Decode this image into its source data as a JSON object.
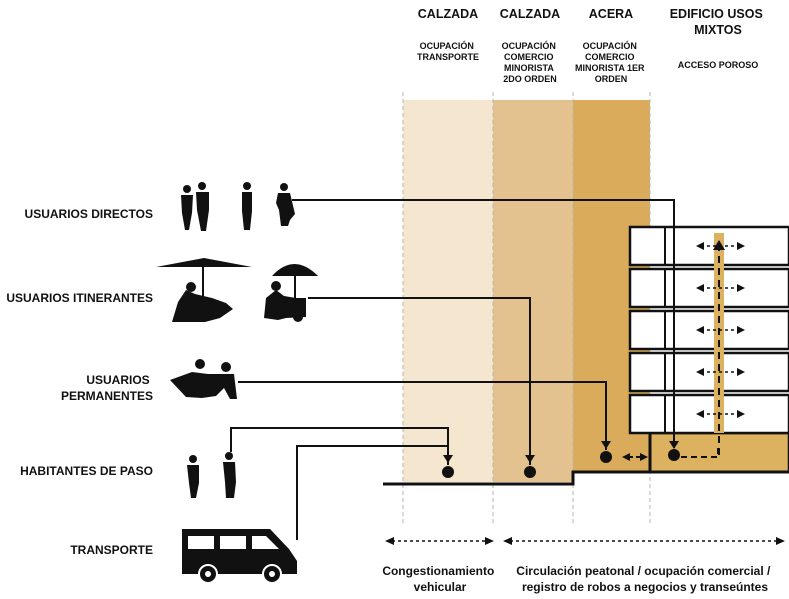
{
  "zones": [
    {
      "title": [
        "CALZADA"
      ],
      "subtitle": [
        "OCUPACIÓN",
        "TRANSPORTE"
      ],
      "color": "#f5e6d0"
    },
    {
      "title": [
        "CALZADA"
      ],
      "subtitle": [
        "OCUPACIÓN",
        "COMERCIO",
        "MINORISTA",
        "2DO ORDEN"
      ],
      "color": "#e3c290"
    },
    {
      "title": [
        "ACERA"
      ],
      "subtitle": [
        "OCUPACIÓN",
        "COMERCIO",
        "MINORISTA 1ER",
        "ORDEN"
      ],
      "color": "#d9ab5a"
    },
    {
      "title": [
        "EDIFICIO USOS",
        "MIXTOS"
      ],
      "subtitle": [
        "ACCESO POROSO"
      ],
      "color": "#ffffff"
    }
  ],
  "users": [
    {
      "label": [
        "USUARIOS DIRECTOS"
      ],
      "icon": "pedestrians-group-icon"
    },
    {
      "label": [
        "USUARIOS ITINERANTES"
      ],
      "icon": "street-vendors-icon"
    },
    {
      "label": [
        "USUARIOS",
        "PERMANENTES"
      ],
      "icon": "seated-vendors-icon"
    },
    {
      "label": [
        "HABITANTES DE PASO"
      ],
      "icon": "passersby-icon"
    },
    {
      "label": [
        "TRANSPORTE"
      ],
      "icon": "minibus-icon"
    }
  ],
  "bottom": {
    "left": [
      "Congestionamiento",
      "vehicular"
    ],
    "right": [
      "Circulación peatonal / ocupación comercial /",
      "registro de robos a negocios y transeúntes"
    ]
  },
  "colors": {
    "ink": "#111111",
    "building_core": "#dcb15f",
    "dashed_line": "#b5b5b5"
  }
}
